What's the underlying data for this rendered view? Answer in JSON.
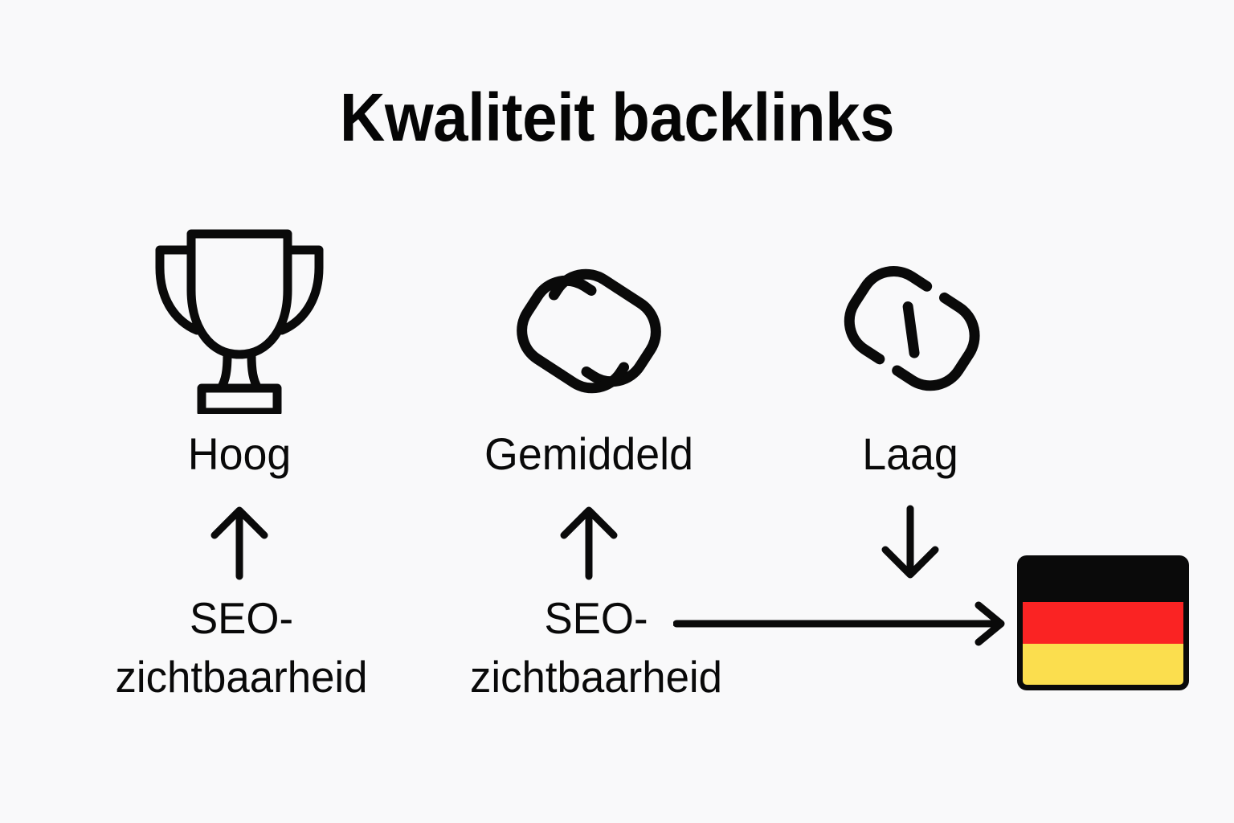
{
  "page": {
    "title": "Kwaliteit backlinks",
    "background_color": "#f9f9fa",
    "ink_color": "#090909"
  },
  "tiers": [
    {
      "icon": "trophy-icon",
      "label": "Hoog",
      "arrow": "arrow-up-icon",
      "caption_line1": "SEO-",
      "caption_line2": "zichtbaarheid"
    },
    {
      "icon": "chain-link-icon",
      "label": "Gemiddeld",
      "arrow": "arrow-up-icon",
      "caption_line1": "SEO-",
      "caption_line2": "zichtbaarheid"
    },
    {
      "icon": "broken-link-icon",
      "label": "Laag",
      "arrow": "arrow-down-icon",
      "caption": ""
    }
  ],
  "flow": {
    "arrow": "arrow-right-icon",
    "target": "german-flag"
  },
  "flag": {
    "name": "german-flag",
    "bands": [
      "black",
      "red",
      "yellow"
    ],
    "colors": {
      "black": "#0a0a0a",
      "red": "#fa2323",
      "yellow": "#fbde4e",
      "border": "#0a0a0a"
    }
  }
}
